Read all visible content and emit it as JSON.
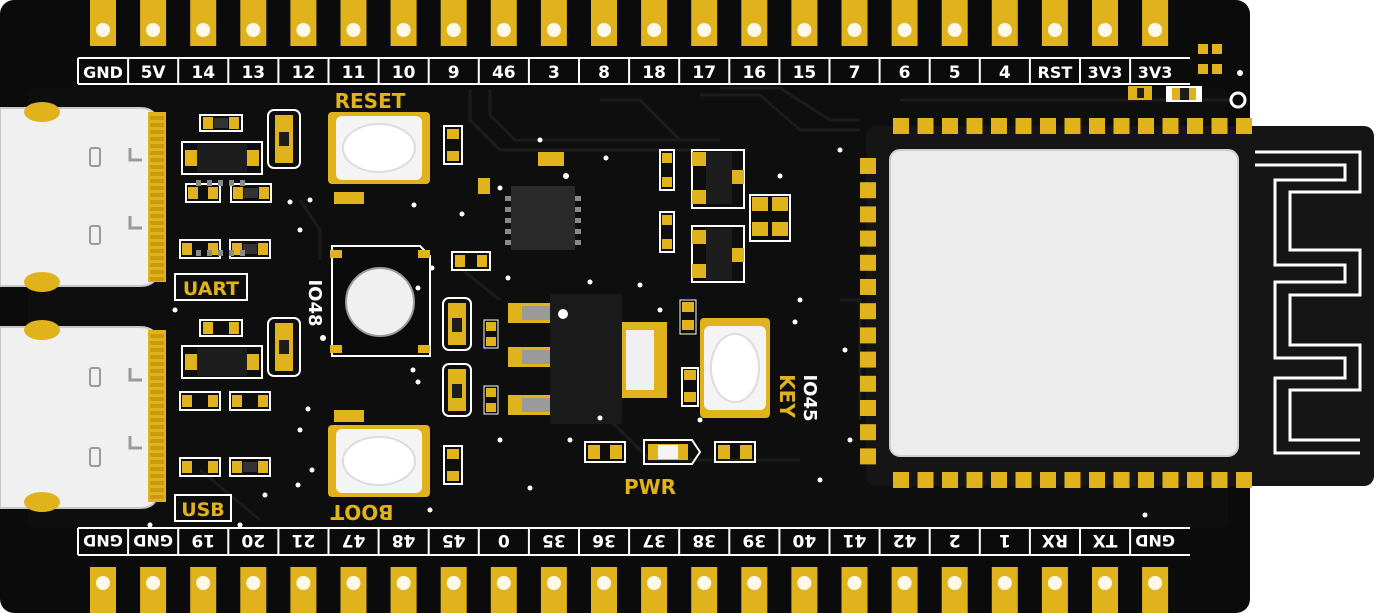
{
  "colors": {
    "board": "#0b0b0b",
    "gold": "#e0b21c",
    "silk": "#ffffff",
    "silk_label": "#d9a81d",
    "trace": "#1a1a1a",
    "module_shield": "#ececec",
    "component_black": "#1d1d1d"
  },
  "header_top": {
    "pins": [
      "GND",
      "5V",
      "14",
      "13",
      "12",
      "11",
      "10",
      "9",
      "46",
      "3",
      "8",
      "18",
      "17",
      "16",
      "15",
      "7",
      "6",
      "5",
      "4",
      "RST",
      "3V3",
      "3V3"
    ]
  },
  "header_bottom": {
    "pins": [
      "GND",
      "GND",
      "19",
      "20",
      "21",
      "47",
      "48",
      "45",
      "0",
      "35",
      "36",
      "37",
      "38",
      "39",
      "40",
      "41",
      "42",
      "2",
      "1",
      "RX",
      "TX",
      "GND"
    ]
  },
  "labels": {
    "reset": "RESET",
    "boot": "BOOT",
    "uart": "UART",
    "usb": "USB",
    "pwr": "PWR",
    "key": "KEY",
    "io48": "IO48",
    "io45": "IO45"
  },
  "icons": {
    "usb_port_uart": "usb-c-connector-icon",
    "usb_port_usb": "usb-c-connector-icon",
    "rgb_led": "rgb-led-icon",
    "wifi_module": "esp32-s3-module-icon",
    "antenna": "pcb-antenna-icon"
  }
}
